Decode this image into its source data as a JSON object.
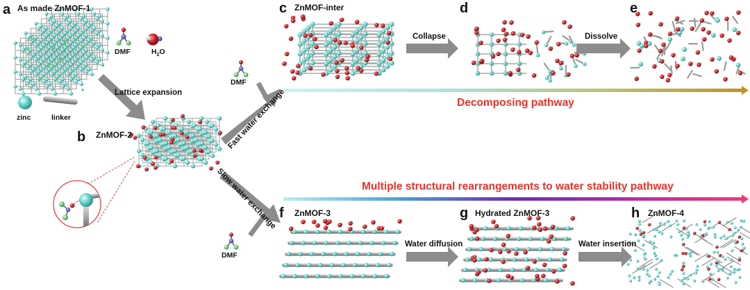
{
  "panels": {
    "a": {
      "letter": "a",
      "title": "As made ZnMOF-1"
    },
    "b": {
      "letter": "b",
      "title": "ZnMOF-2"
    },
    "c": {
      "letter": "c",
      "title": "ZnMOF-inter"
    },
    "d": {
      "letter": "d",
      "title": ""
    },
    "e": {
      "letter": "e",
      "title": ""
    },
    "f": {
      "letter": "f",
      "title": "ZnMOF-3"
    },
    "g": {
      "letter": "g",
      "title": "Hydrated ZnMOF-3"
    },
    "h": {
      "letter": "h",
      "title": "ZnMOF-4"
    }
  },
  "legend": {
    "dmf": "DMF",
    "h2o_main": "H",
    "h2o_sub": "2",
    "h2o_tail": "O",
    "zinc": "zinc",
    "linker": "linker"
  },
  "arrows": {
    "lattice_expansion": "Lattice expansion",
    "fast_water_exchange": "Fast water exchange",
    "slow_water_exchange": "Slow water exchange",
    "collapse": "Collapse",
    "dissolve": "Dissolve",
    "water_diffusion": "Water diffusion",
    "water_insertion": "Water insertion"
  },
  "released": {
    "dmf_top": "DMF",
    "dmf_bottom": "DMF"
  },
  "pathways": {
    "decomposing": "Decomposing pathway",
    "stability": "Multiple structural rearrangements to water stability pathway"
  },
  "colors": {
    "zinc": "#6fd9d0",
    "linker": "#9a9a9a",
    "oxygen": "#c8262e",
    "hydrogen": "#e8e8e8",
    "nitrogen": "#4b4bb5",
    "carbon_green": "#5ec46b",
    "gray_arrow": "#8c8c8c",
    "pathway_text": "#e8342a",
    "decomp_grad_start": "#bff0f2",
    "decomp_grad_end": "#c2972a",
    "stab_grad_start": "#b7eef2",
    "stab_grad_mid": "#6a2fb0",
    "stab_grad_end": "#e8336b"
  }
}
